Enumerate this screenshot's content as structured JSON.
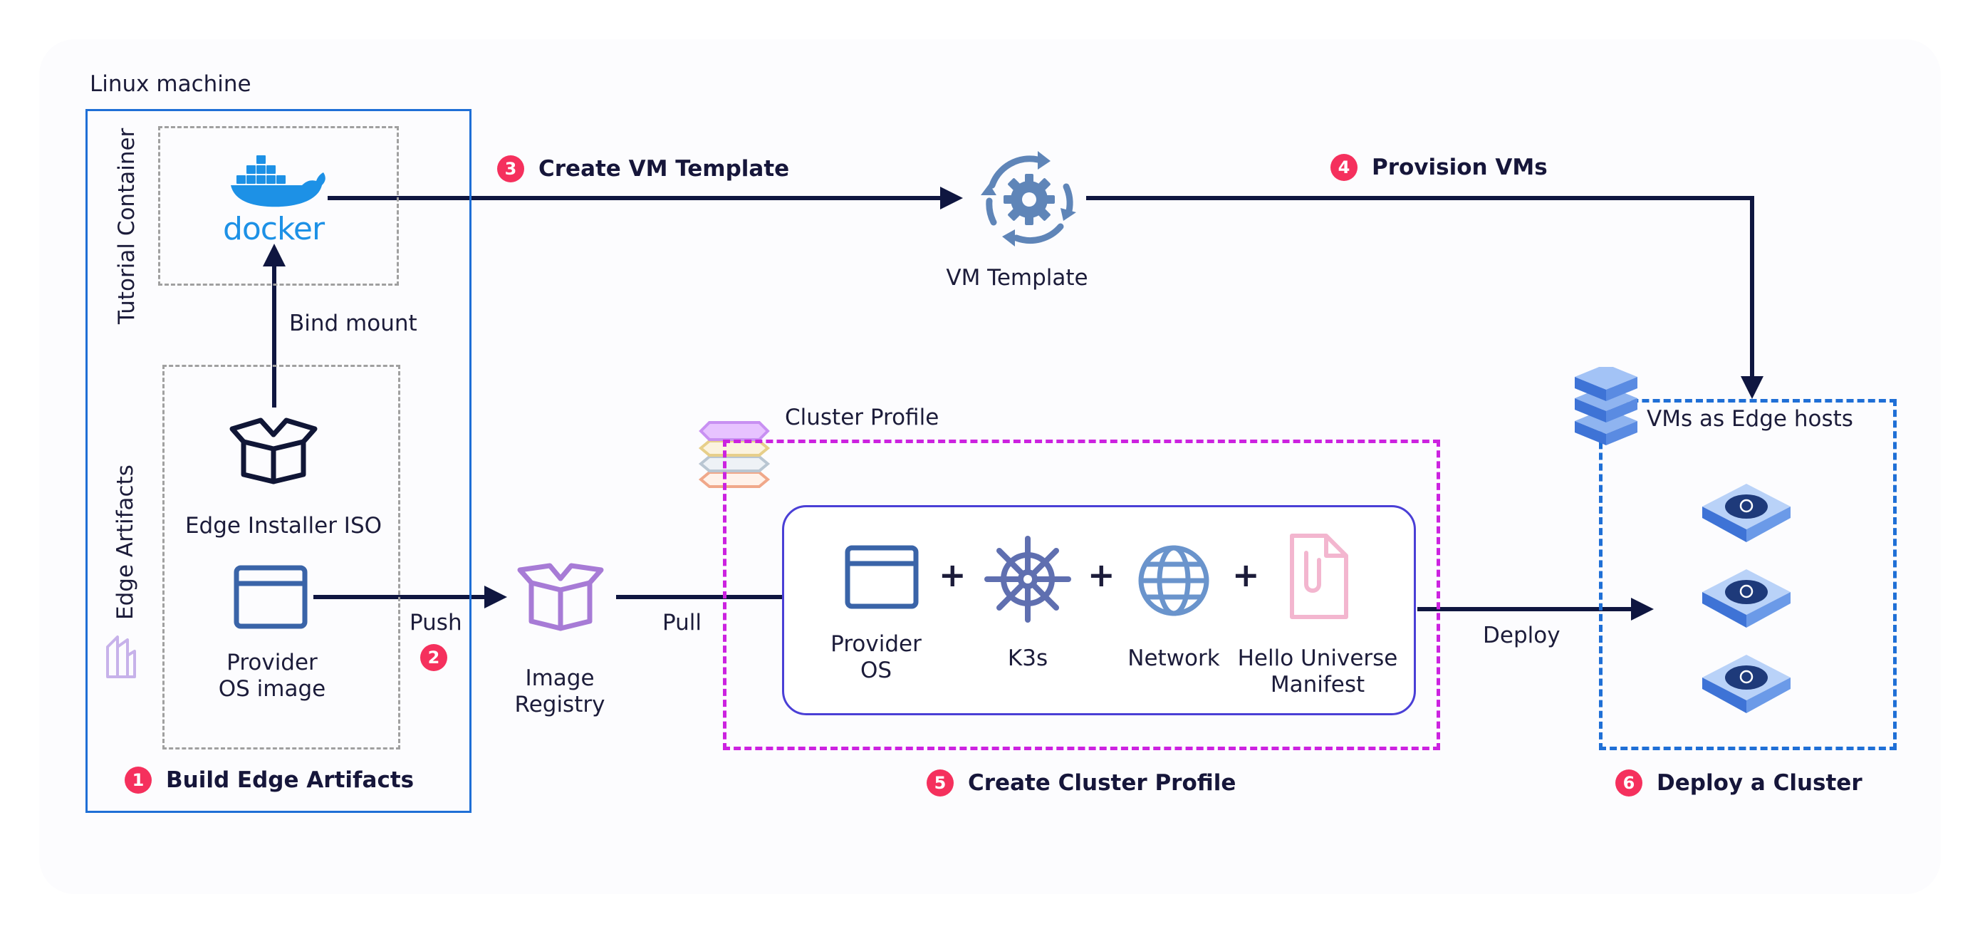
{
  "labels": {
    "linux_machine": "Linux machine",
    "tutorial_container": "Tutorial Container",
    "edge_artifacts": "Edge Artifacts",
    "docker": "docker",
    "bind_mount": "Bind mount",
    "edge_installer_iso": "Edge Installer ISO",
    "provider_os_image_line1": "Provider",
    "provider_os_image_line2": "OS image",
    "push": "Push",
    "image_registry_line1": "Image",
    "image_registry_line2": "Registry",
    "pull": "Pull",
    "vm_template": "VM Template",
    "cluster_profile": "Cluster Profile",
    "provider_os_line1": "Provider",
    "provider_os_line2": "OS",
    "k3s": "K3s",
    "network": "Network",
    "hello_universe_line1": "Hello Universe",
    "hello_universe_line2": "Manifest",
    "plus": "+",
    "deploy": "Deploy",
    "vms_as_edge_hosts": "VMs as Edge hosts"
  },
  "steps": [
    {
      "number": "1",
      "label": "Build Edge Artifacts"
    },
    {
      "number": "2",
      "label": ""
    },
    {
      "number": "3",
      "label": "Create VM Template"
    },
    {
      "number": "4",
      "label": "Provision VMs"
    },
    {
      "number": "5",
      "label": "Create Cluster Profile"
    },
    {
      "number": "6",
      "label": "Deploy a Cluster"
    }
  ],
  "colors": {
    "arrow": "#0f1640",
    "linux_border": "#1f6fd6",
    "dashed_gray": "#a0a0a0",
    "cluster_profile_border": "#cc22e0",
    "inner_profile_border": "#4a3fd6",
    "edge_hosts_border": "#1f6fd6",
    "badge": "#f5305d",
    "docker_blue": "#1d91e6",
    "package_purple": "#a77bd6",
    "k8s_blue": "#5f6fb0"
  },
  "icons": [
    "docker-icon",
    "open-box-icon",
    "browser-window-icon",
    "registry-box-icon",
    "gear-cycle-icon",
    "kubernetes-helm-icon",
    "globe-icon",
    "document-icon",
    "stacked-layers-icon",
    "server-stack-icon",
    "edge-host-icon"
  ]
}
